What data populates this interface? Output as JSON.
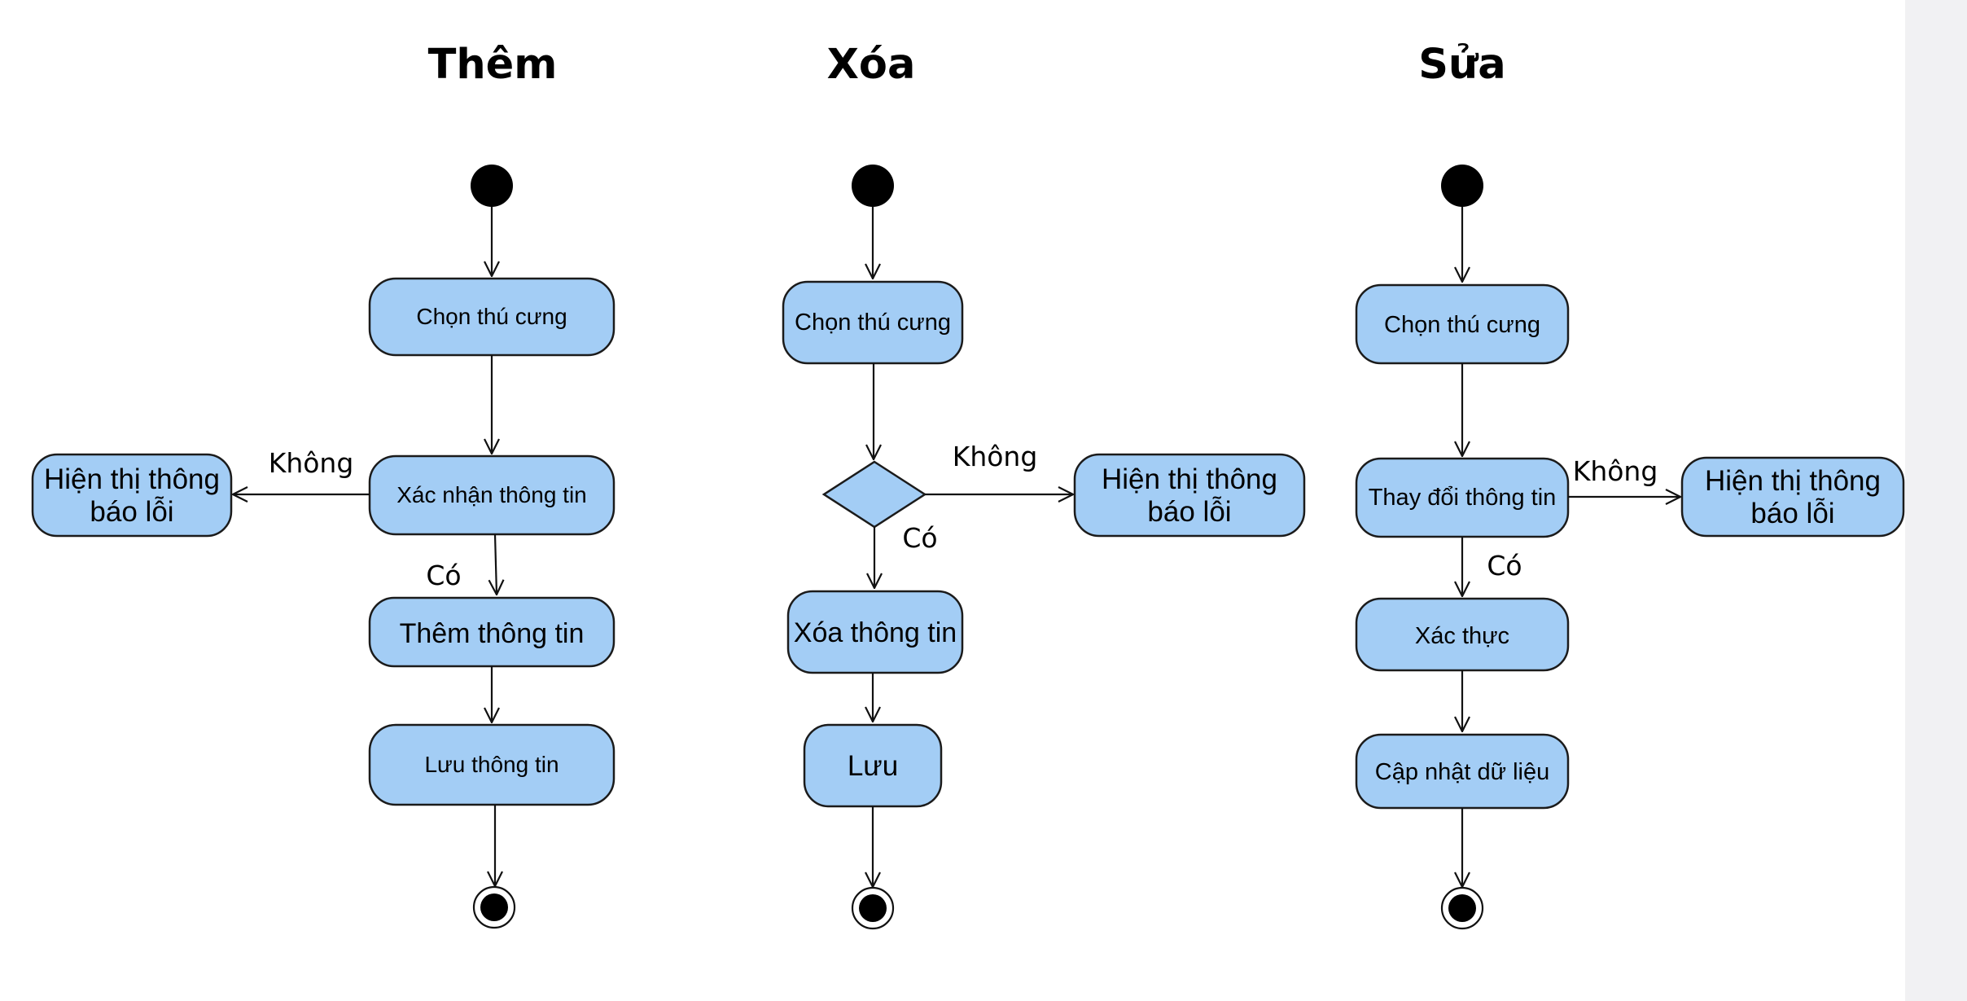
{
  "titles": {
    "add": "Thêm",
    "delete": "Xóa",
    "edit": "Sửa"
  },
  "add_flow": {
    "select_pet": "Chọn thú cưng",
    "confirm_info": "Xác nhận thông tin",
    "error_line1": "Hiện thị thông",
    "error_line2": "báo lỗi",
    "add_info": "Thêm thông tin",
    "save_info": "Lưu thông tin",
    "no_label": "Không",
    "yes_label": "Có"
  },
  "delete_flow": {
    "select_pet": "Chọn thú cưng",
    "error_line1": "Hiện thị thông",
    "error_line2": "báo lỗi",
    "delete_info": "Xóa thông tin",
    "save": "Lưu",
    "no_label": "Không",
    "yes_label": "Có"
  },
  "edit_flow": {
    "select_pet": "Chọn thú cưng",
    "change_info": "Thay đổi thông tin",
    "error_line1": "Hiện thị thông",
    "error_line2": "báo lỗi",
    "verify": "Xác thực",
    "update_data": "Cập nhật dữ liệu",
    "no_label": "Không",
    "yes_label": "Có"
  },
  "colors": {
    "node_fill": "#a3cdf5",
    "node_stroke": "#1b1b1b",
    "edge": "#111111"
  }
}
